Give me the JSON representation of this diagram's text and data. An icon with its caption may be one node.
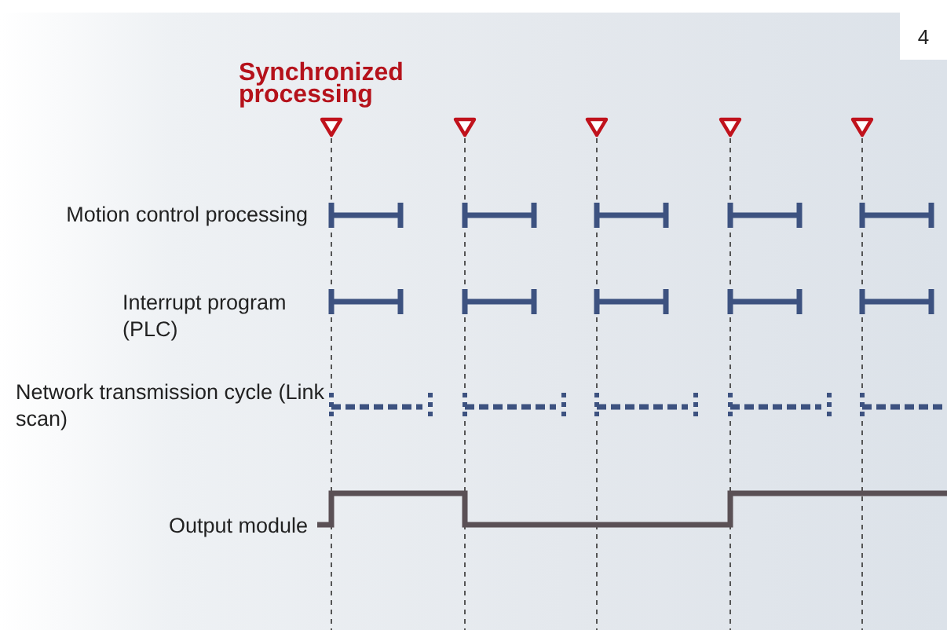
{
  "diagram": {
    "title": "Synchronized processing",
    "labels": [
      "4",
      "Motion control processing",
      "Interrupt program (PLC)",
      "Network transmission cycle (Link scan)",
      "Output module"
    ]
  }
}
